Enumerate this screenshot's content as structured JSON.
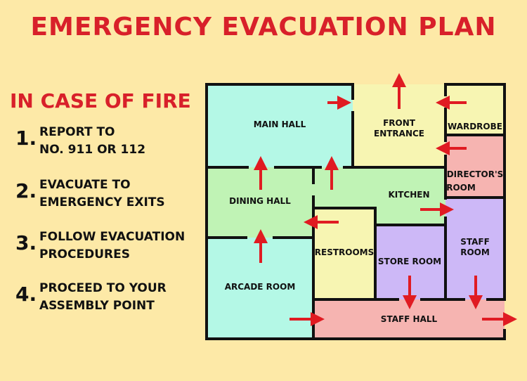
{
  "title": "EMERGENCY EVACUATION PLAN",
  "subtitle": "IN CASE OF FIRE",
  "steps": [
    {
      "number": "1.",
      "line1": "REPORT TO",
      "line2": "NO. 911 OR 112"
    },
    {
      "number": "2.",
      "line1": "EVACUATE TO",
      "line2": "EMERGENCY EXITS"
    },
    {
      "number": "3.",
      "line1": "FOLLOW EVACUATION",
      "line2": "PROCEDURES"
    },
    {
      "number": "4.",
      "line1": "PROCEED TO YOUR",
      "line2": "ASSEMBLY POINT"
    }
  ],
  "rooms": {
    "main_hall": "MAIN HALL",
    "front_entrance_1": "FRONT",
    "front_entrance_2": "ENTRANCE",
    "wardrobe": "WARDROBE",
    "directors_room_1": "DIRECTOR'S",
    "directors_room_2": "ROOM",
    "dining_hall": "DINING HALL",
    "kitchen": "KITCHEN",
    "restrooms": "RESTROOMS",
    "store_room": "STORE ROOM",
    "staff_room_1": "STAFF",
    "staff_room_2": "ROOM",
    "arcade_room": "ARCADE ROOM",
    "staff_hall": "STAFF HALL"
  },
  "colors": {
    "background": "#fde9a7",
    "title": "#d8202a",
    "arrow": "#e01b22",
    "wall": "#111111",
    "main_hall": "#b4f8e6",
    "front_entrance": "#f7f5b2",
    "wardrobe": "#f7f5b2",
    "directors_room": "#f6b4b1",
    "dining_hall": "#c0f3b5",
    "kitchen": "#c0f3b5",
    "restrooms": "#f7f5b2",
    "store_room": "#cdb8f7",
    "staff_room": "#cdb8f7",
    "arcade_room": "#b4f8e6",
    "staff_hall": "#f6b4b1"
  }
}
